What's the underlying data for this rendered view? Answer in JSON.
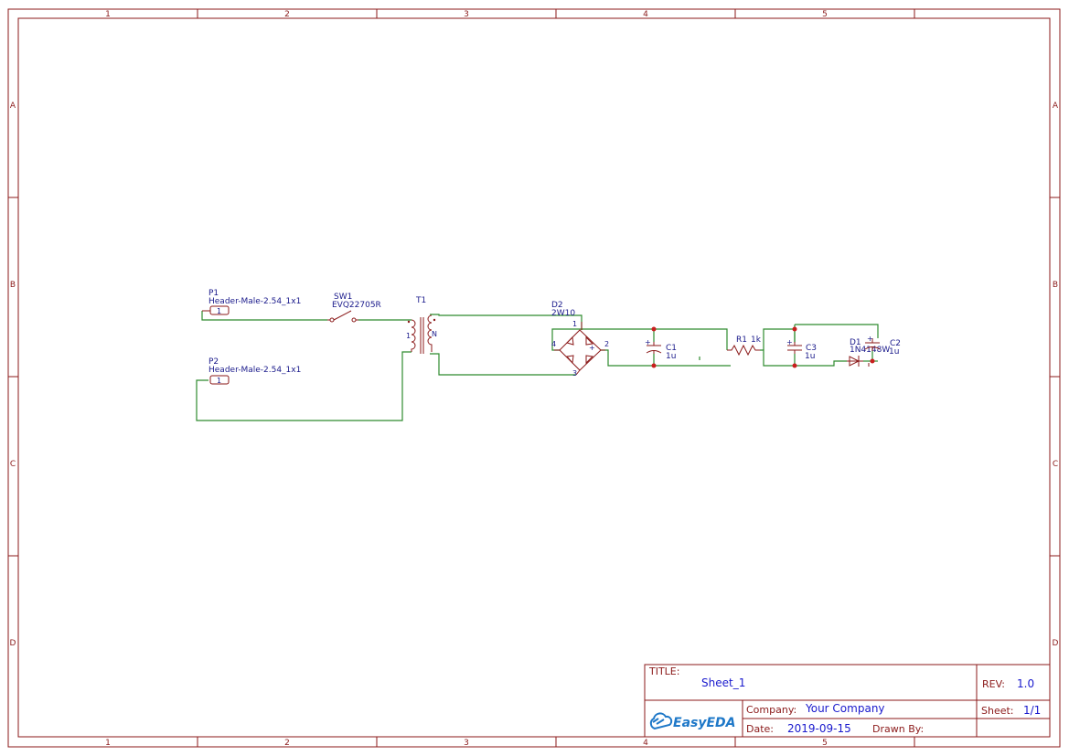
{
  "zones": {
    "cols": [
      "1",
      "2",
      "3",
      "4",
      "5"
    ],
    "rows": [
      "A",
      "B",
      "C",
      "D"
    ]
  },
  "components": {
    "p1": {
      "ref": "P1",
      "value": "Header-Male-2.54_1x1",
      "pin": "1"
    },
    "p2": {
      "ref": "P2",
      "value": "Header-Male-2.54_1x1",
      "pin": "1"
    },
    "sw1": {
      "ref": "SW1",
      "value": "EVQ22705R"
    },
    "t1": {
      "ref": "T1",
      "pin_primary": "1",
      "pin_secondary": "N"
    },
    "d2": {
      "ref": "D2",
      "value": "2W10",
      "pin1": "1",
      "pin2": "2",
      "pin3": "3",
      "pin4": "4"
    },
    "c1": {
      "ref": "C1",
      "value": "1u"
    },
    "r1": {
      "ref": "R1",
      "value": "1k"
    },
    "c3": {
      "ref": "C3",
      "value": "1u"
    },
    "d1": {
      "ref": "D1",
      "value": "1N4148W"
    },
    "c2": {
      "ref": "C2",
      "value": "1u"
    }
  },
  "title_block": {
    "title_label": "TITLE:",
    "title_value": "Sheet_1",
    "rev_label": "REV:",
    "rev_value": "1.0",
    "company_label": "Company:",
    "company_value": "Your Company",
    "sheet_label": "Sheet:",
    "sheet_value": "1/1",
    "date_label": "Date:",
    "date_value": "2019-09-15",
    "drawn_label": "Drawn By:",
    "logo_text": "EasyEDA"
  },
  "colors": {
    "frame": "#8b1a1a",
    "wire": "#2e8b2e",
    "label": "#1a1a8b",
    "junction": "#c81e1e",
    "logo": "#1e78c8"
  }
}
